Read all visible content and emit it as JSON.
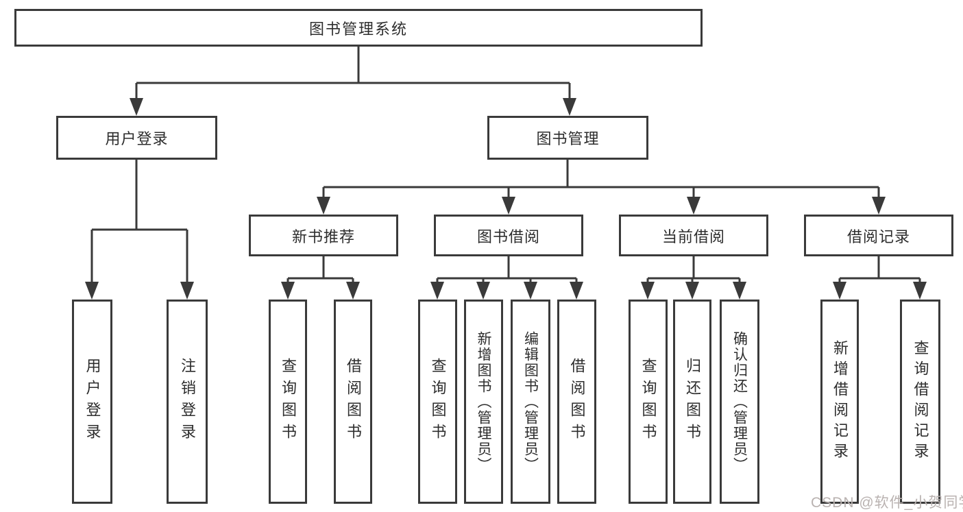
{
  "nodes": {
    "root": "图书管理系统",
    "user_login": "用户登录",
    "book_mgmt": "图书管理",
    "new_book_rec": "新书推荐",
    "book_borrow": "图书借阅",
    "current_borrow": "当前借阅",
    "borrow_records": "借阅记录",
    "leaves": {
      "user_login": [
        "用户登录",
        "注销登录"
      ],
      "new_book_rec": [
        "查询图书",
        "借阅图书"
      ],
      "book_borrow": [
        "查询图书",
        "新增图书（管理员）",
        "编辑图书（管理员）",
        "借阅图书"
      ],
      "current_borrow": [
        "查询图书",
        "归还图书",
        "确认归还（管理员）"
      ],
      "borrow_records": [
        "新增借阅记录",
        "查询借阅记录"
      ]
    }
  },
  "watermark": "CSDN @软件_小贺同学",
  "colors": {
    "line": "#3a3a3a",
    "text": "#2d2d2d",
    "watermark": "#b9b2b0",
    "background": "#ffffff"
  }
}
